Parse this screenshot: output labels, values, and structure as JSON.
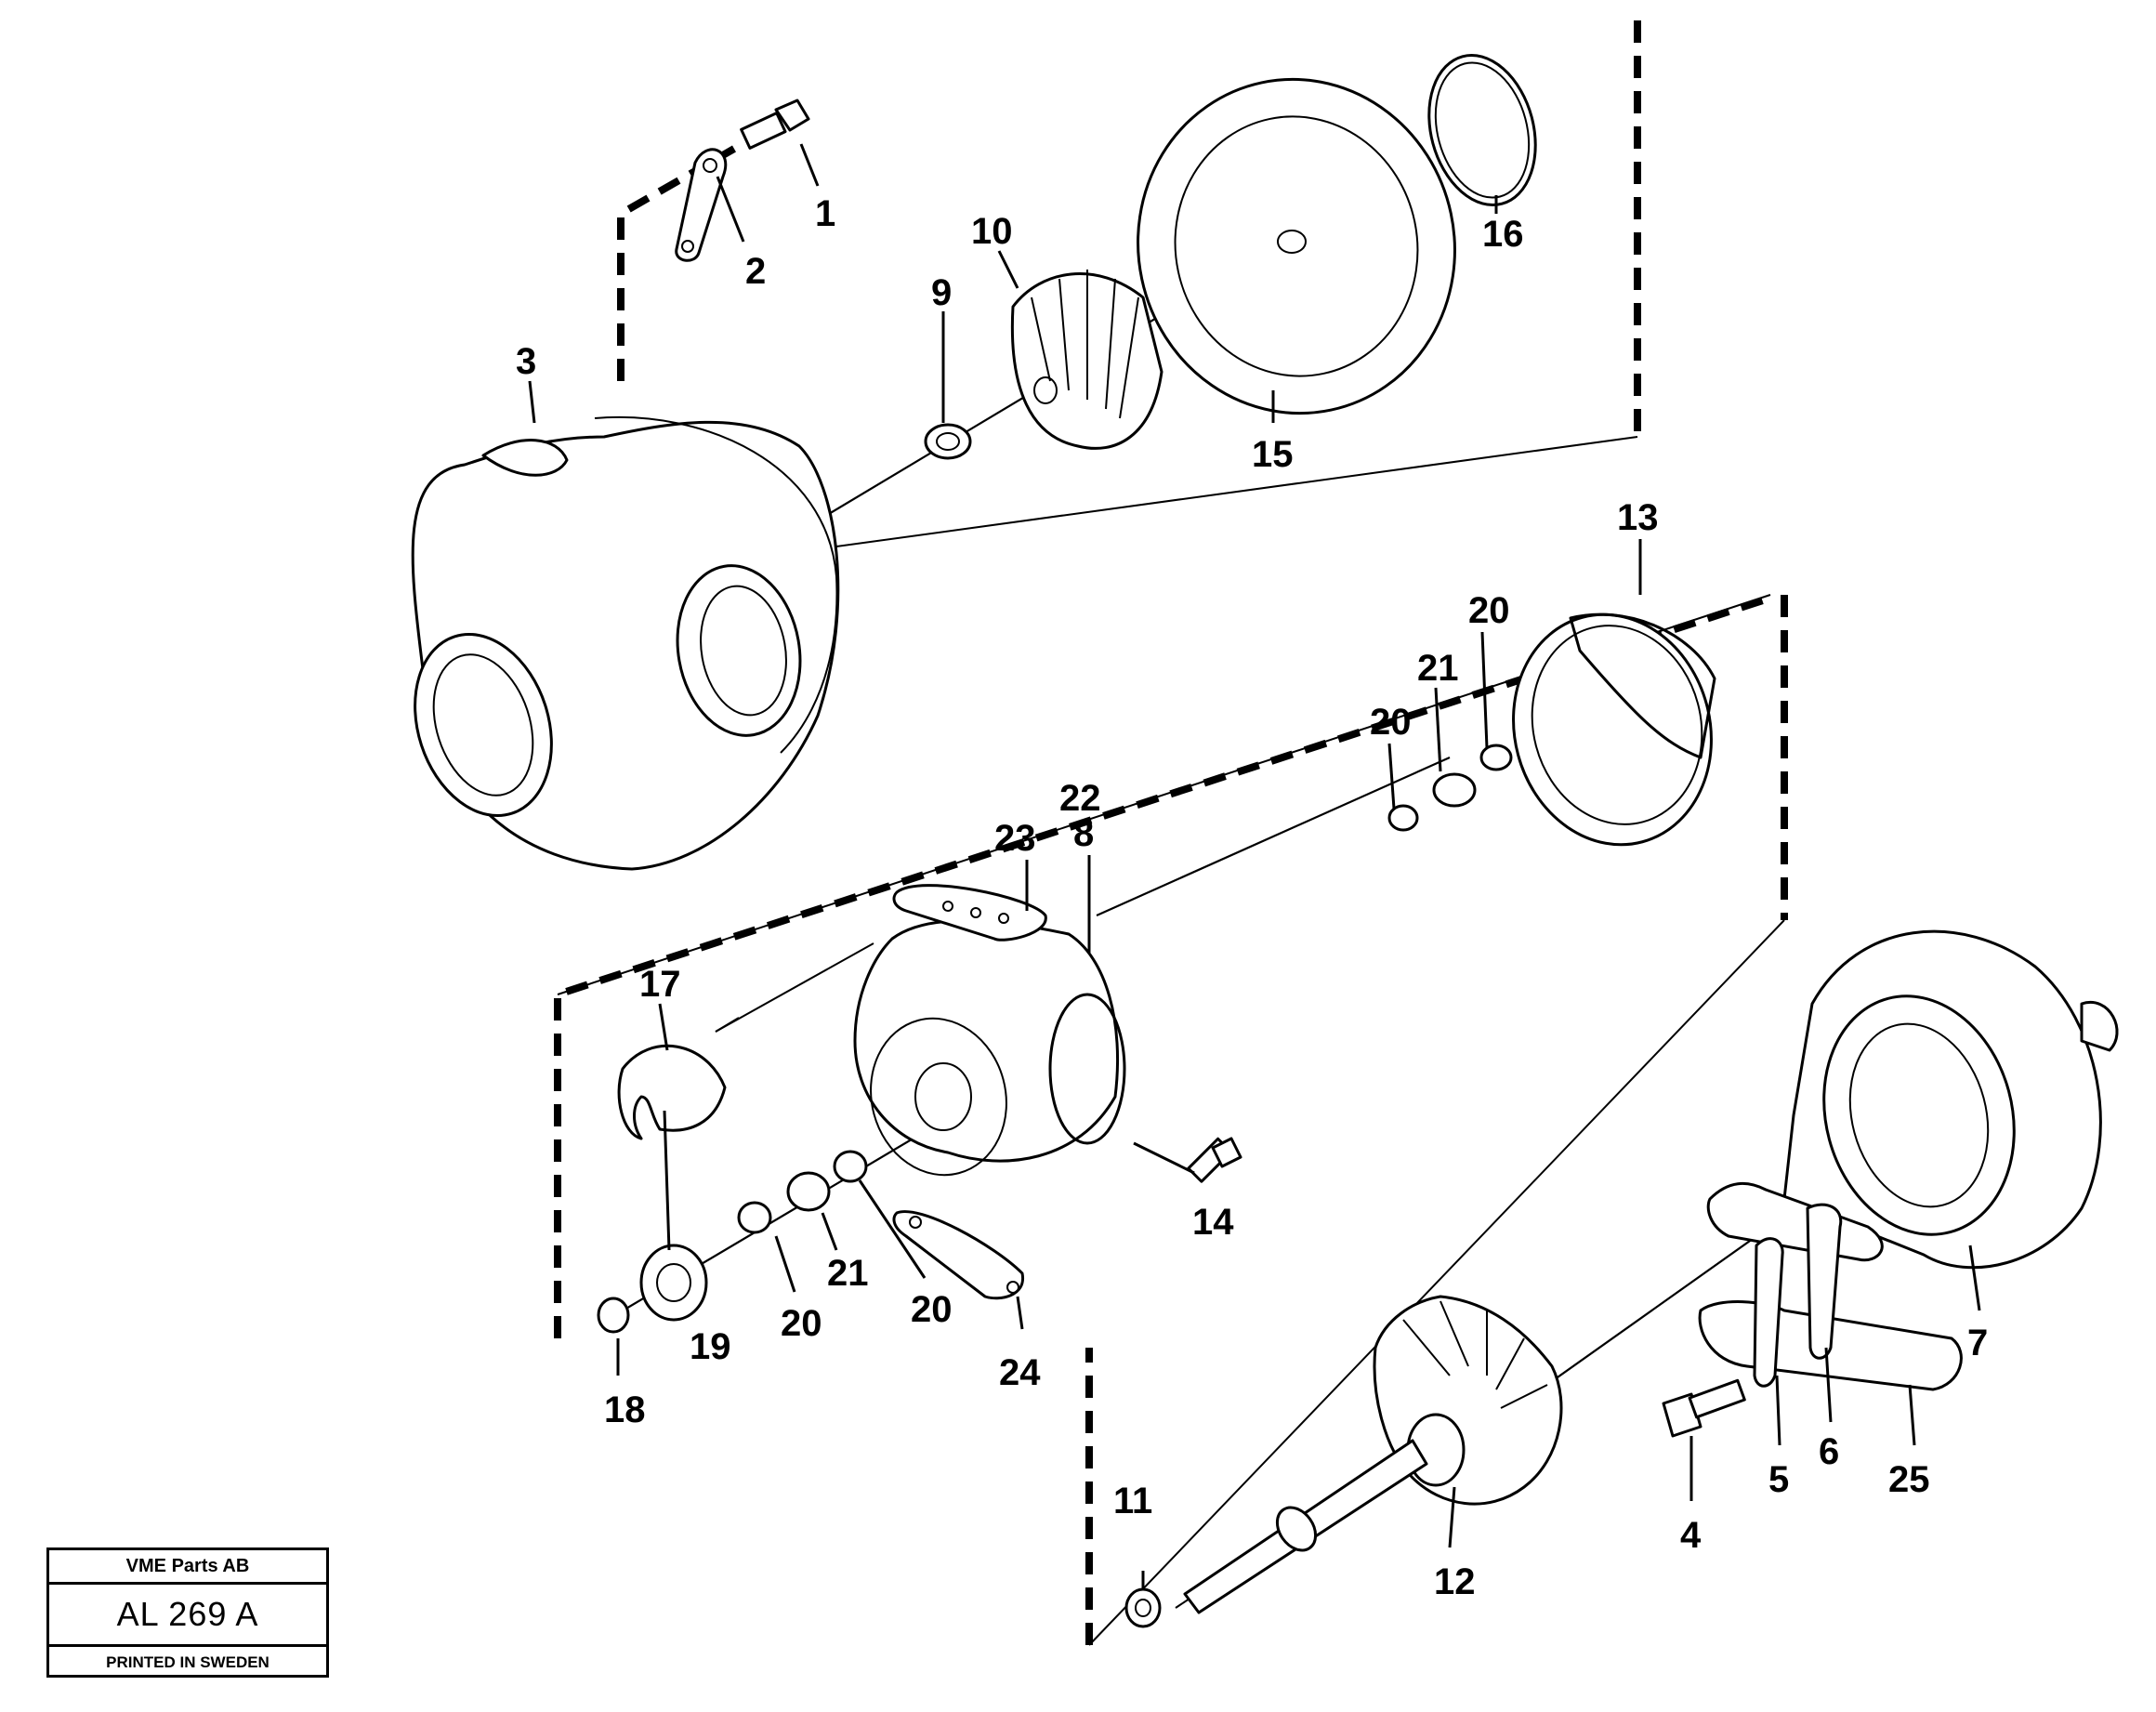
{
  "callouts": [
    "1",
    "2",
    "3",
    "4",
    "5",
    "6",
    "7",
    "8",
    "9",
    "10",
    "11",
    "12",
    "13",
    "14",
    "15",
    "16",
    "17",
    "18",
    "19",
    "20",
    "20",
    "20",
    "20",
    "21",
    "21",
    "22",
    "23",
    "24",
    "25"
  ],
  "plate": {
    "company": "VME Parts AB",
    "code": "AL 269 A",
    "printed": "PRINTED IN SWEDEN"
  }
}
